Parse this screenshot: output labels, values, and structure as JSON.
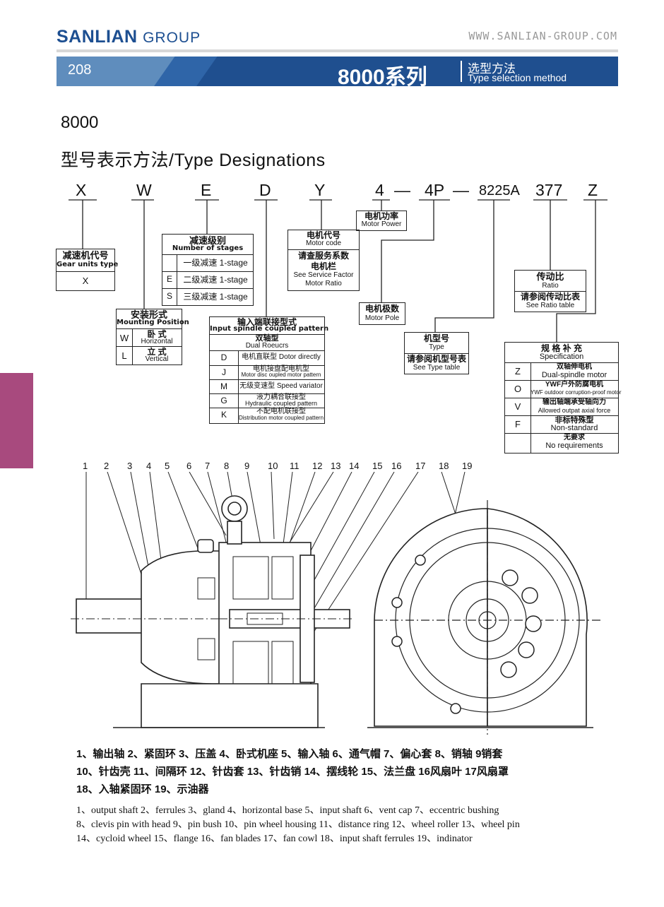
{
  "header": {
    "brand": "SANLIAN",
    "brand_suffix": "GROUP",
    "website": "WWW.SANLIAN-GROUP.COM",
    "page_number": "208",
    "series_title": "8000系列",
    "section_cn": "选型方法",
    "section_en": "Type selection method"
  },
  "headings": {
    "model": "8000",
    "type_designations": "型号表示方法/Type  Designations"
  },
  "code": {
    "letters": [
      "X",
      "W",
      "E",
      "D",
      "Y",
      "4",
      "—",
      "4P",
      "—",
      "8225A",
      "377",
      "Z"
    ]
  },
  "boxes": {
    "gear": {
      "cn": "减速机代号",
      "en": "Gear units type",
      "value": "X"
    },
    "mounting": {
      "cn": "安装形式",
      "en": "Mounting Position",
      "rows": [
        {
          "code": "W",
          "cn": "卧 式",
          "en": "Horizontal"
        },
        {
          "code": "L",
          "cn": "立 式",
          "en": "Vertical"
        }
      ]
    },
    "stages": {
      "cn": "减速级别",
      "en": "Number of stages",
      "rows": [
        {
          "code": "",
          "text": "一级减速  1-stage"
        },
        {
          "code": "E",
          "text": "二级减速  1-stage"
        },
        {
          "code": "S",
          "text": "三级减速  1-stage"
        }
      ]
    },
    "input": {
      "cn": "输入端联接型式",
      "en": "Input spindle coupled pattern",
      "sub_cn": "双轴型",
      "sub_en": "Dual Roeucrs",
      "rows": [
        {
          "code": "D",
          "text": "电机直联型 Dotor directly",
          "text2": ""
        },
        {
          "code": "J",
          "text": "电机接盘配电机型",
          "text2": "Motor disc oupled motor pattern"
        },
        {
          "code": "M",
          "text": "无级变速型 Speed variator",
          "text2": ""
        },
        {
          "code": "G",
          "text": "液力耦合联接型",
          "text2": "Hydraulic coupled pattern"
        },
        {
          "code": "K",
          "text": "不配电机联接型",
          "text2": "Distribution motor coupled pattern"
        }
      ]
    },
    "motor_code": {
      "cn": "电机代号",
      "en": "Motor code",
      "note_cn1": "请查服务系数",
      "note_cn2": "电机栏",
      "note_en1": "See Service Factor",
      "note_en2": "Motor Ratio"
    },
    "motor_power": {
      "cn": "电机功率",
      "en": "Motor Power"
    },
    "motor_pole": {
      "cn": "电机极数",
      "en": "Motor Pole"
    },
    "type": {
      "cn": "机型号",
      "en": "Type",
      "note_cn": "请参阅机型号表",
      "note_en": "See Type table"
    },
    "ratio": {
      "cn": "传动比",
      "en": "Ratio",
      "note_cn": "请参阅传动比表",
      "note_en": "See Ratio table"
    },
    "spec": {
      "cn": "规 格 补 充",
      "en": "Specification",
      "rows": [
        {
          "code": "Z",
          "cn": "双轴伸电机",
          "en": "Dual-spindle motor"
        },
        {
          "code": "O",
          "cn": "YWF户外防腐电机",
          "en": "YWF outdoor corruption-proof motor"
        },
        {
          "code": "V",
          "cn": "输出轴端承受轴向力",
          "en": "Allowed outpat axial force"
        },
        {
          "code": "F",
          "cn": "非标特殊型",
          "en": "Non-standard"
        },
        {
          "code": "",
          "cn": "无要求",
          "en": "No requirements"
        }
      ]
    }
  },
  "callouts": [
    "1",
    "2",
    "3",
    "4",
    "5",
    "6",
    "7",
    "8",
    "9",
    "10",
    "11",
    "12",
    "13",
    "14",
    "15",
    "16",
    "17",
    "18",
    "19"
  ],
  "legend": {
    "cn": [
      "1、输出轴   2、紧固环   3、压盖   4、卧式机座   5、输入轴   6、通气帽   7、偏心套   8、销轴   9销套",
      "10、针齿壳   11、间隔环   12、针齿套   13、针齿销   14、摆线轮   15、法兰盘   16风扇叶   17风扇罩",
      "18、入轴紧固环   19、示油器"
    ],
    "en": [
      "1、output shaft   2、ferrules   3、gland   4、horizontal base   5、input shaft   6、vent cap   7、eccentric bushing",
      "8、clevis pin with head   9、pin bush   10、pin wheel housing   11、distance ring   12、wheel roller   13、wheel pin",
      "14、cycloid wheel   15、flange   16、fan blades   17、fan cowl   18、input shaft ferrules   19、indinator"
    ]
  }
}
